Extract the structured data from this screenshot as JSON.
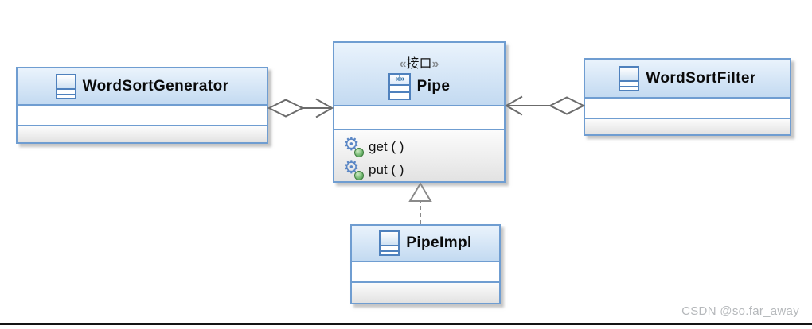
{
  "classes": {
    "generator": {
      "name": "WordSortGenerator"
    },
    "pipe": {
      "stereotype": {
        "open": "«",
        "text": "接口",
        "close": "»"
      },
      "name": "Pipe",
      "operations": [
        {
          "label": "get ( )"
        },
        {
          "label": "put ( )"
        }
      ]
    },
    "filter": {
      "name": "WordSortFilter"
    },
    "impl": {
      "name": "PipeImpl"
    }
  },
  "icons": {
    "interface_glyph": "«I»",
    "operation_glyph": "⚙"
  },
  "relationships": [
    {
      "id": "aggregation-generator-to-pipe",
      "type": "aggregation-open-arrow",
      "from": "WordSortGenerator",
      "to": "Pipe"
    },
    {
      "id": "aggregation-filter-to-pipe",
      "type": "aggregation-open-arrow",
      "from": "WordSortFilter",
      "to": "Pipe"
    },
    {
      "id": "realization-impl-to-pipe",
      "type": "realization",
      "from": "PipeImpl",
      "to": "Pipe"
    }
  ],
  "colors": {
    "box_border": "#6f9dd1",
    "header_gradient_top": "#eaf3fc",
    "header_gradient_bottom": "#c3daf1",
    "ops_gradient_top": "#fcfcfc",
    "ops_gradient_bottom": "#e2e2e2",
    "connector": "#6b6b6b",
    "realization": "#8a8a8a",
    "bottom_rule": "#141414"
  },
  "watermark": {
    "text": "CSDN @so.far_away"
  }
}
